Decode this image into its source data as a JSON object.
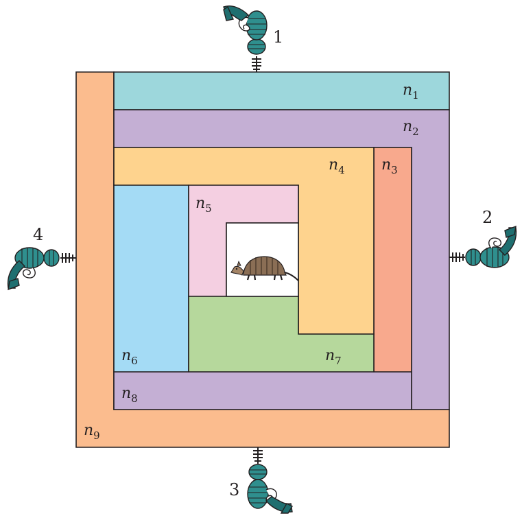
{
  "regions": [
    {
      "label": "n",
      "sub": "1",
      "color": "#9dd7dc"
    },
    {
      "label": "n",
      "sub": "2",
      "color": "#c4afd4"
    },
    {
      "label": "n",
      "sub": "3",
      "color": "#f8a98d"
    },
    {
      "label": "n",
      "sub": "4",
      "color": "#fed38e"
    },
    {
      "label": "n",
      "sub": "5",
      "color": "#f4cfe1"
    },
    {
      "label": "n",
      "sub": "6",
      "color": "#a4dbf5"
    },
    {
      "label": "n",
      "sub": "7",
      "color": "#b6d89c"
    },
    {
      "label": "n",
      "sub": "8",
      "color": "#c4afd4"
    },
    {
      "label": "n",
      "sub": "9",
      "color": "#fbbc8e"
    }
  ],
  "probes": [
    {
      "label": "1",
      "side": "top"
    },
    {
      "label": "2",
      "side": "right"
    },
    {
      "label": "3",
      "side": "bottom"
    },
    {
      "label": "4",
      "side": "left"
    }
  ],
  "center": {
    "icon": "armadillo-icon",
    "color": "#ffffff"
  },
  "colors": {
    "outline": "#231f20",
    "probe": "#2f8f8e",
    "armadillo": "#8a6e55"
  }
}
